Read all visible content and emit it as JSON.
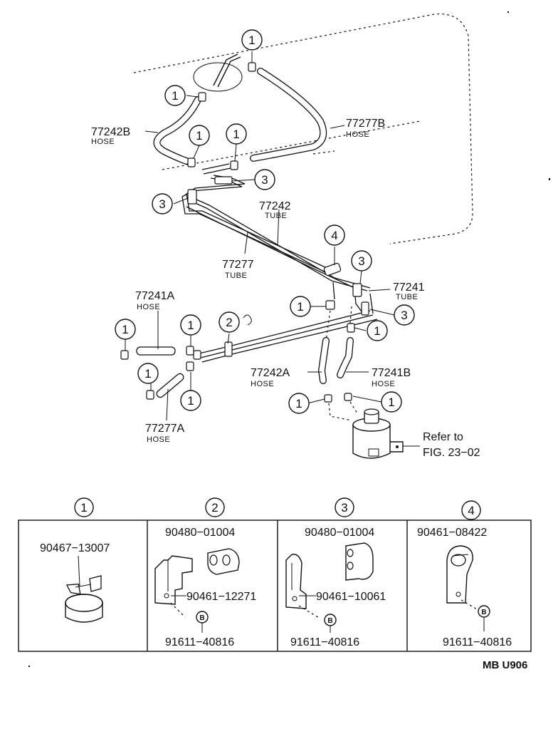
{
  "labels": {
    "hose_77242b": "77242B",
    "hose_77242b_sub": "HOSE",
    "hose_77277b": "77277B",
    "hose_77277b_sub": "HOSE",
    "tube_77242": "77242",
    "tube_77242_sub": "TUBE",
    "tube_77277": "77277",
    "tube_77277_sub": "TUBE",
    "tube_77241": "77241",
    "tube_77241_sub": "TUBE",
    "hose_77241a": "77241A",
    "hose_77241a_sub": "HOSE",
    "hose_77242a": "77242A",
    "hose_77242a_sub": "HOSE",
    "hose_77241b": "77241B",
    "hose_77241b_sub": "HOSE",
    "hose_77277a": "77277A",
    "hose_77277a_sub": "HOSE",
    "refer_line1": "Refer to",
    "refer_line2": "FIG. 23−02"
  },
  "callouts": {
    "one": "1",
    "two": "2",
    "three": "3",
    "four": "4",
    "bolt": "B"
  },
  "legend": {
    "panel1": {
      "num": "1",
      "part": "90467−13007"
    },
    "panel2": {
      "num": "2",
      "part_top": "90480−01004",
      "part_mid": "90461−12271",
      "part_bolt": "91611−40816"
    },
    "panel3": {
      "num": "3",
      "part_top": "90480−01004",
      "part_mid": "90461−10061",
      "part_bolt": "91611−40816"
    },
    "panel4": {
      "num": "4",
      "part_top": "90461−08422",
      "part_bolt": "91611−40816"
    }
  },
  "figure_code": "MB U906"
}
